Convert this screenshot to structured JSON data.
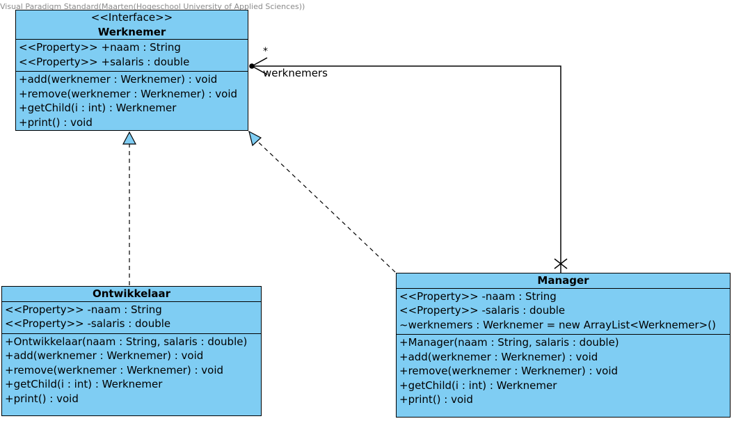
{
  "watermark": "Visual Paradigm Standard(Maarten(Hogeschool University of Applied Sciences))",
  "colors": {
    "class_fill": "#7fcdf3",
    "stroke": "#000000"
  },
  "classes": {
    "werknemer": {
      "stereotype": "<<Interface>>",
      "name": "Werknemer",
      "attributes": [
        "<<Property>> +naam : String",
        "<<Property>> +salaris : double"
      ],
      "operations": [
        "+add(werknemer : Werknemer) : void",
        "+remove(werknemer : Werknemer) : void",
        "+getChild(i : int) : Werknemer",
        "+print() : void"
      ]
    },
    "ontwikkelaar": {
      "name": "Ontwikkelaar",
      "attributes": [
        "<<Property>> -naam : String",
        "<<Property>> -salaris : double"
      ],
      "operations": [
        "+Ontwikkelaar(naam : String, salaris : double)",
        "+add(werknemer : Werknemer) : void",
        "+remove(werknemer : Werknemer) : void",
        "+getChild(i : int) : Werknemer",
        "+print() : void"
      ]
    },
    "manager": {
      "name": "Manager",
      "attributes": [
        "<<Property>> -naam : String",
        "<<Property>> -salaris : double",
        "~werknemers : Werknemer = new ArrayList<Werknemer>()"
      ],
      "operations": [
        "+Manager(naam : String, salaris : double)",
        "+add(werknemer : Werknemer) : void",
        "+remove(werknemer : Werknemer) : void",
        "+getChild(i : int) : Werknemer",
        "+print() : void"
      ]
    }
  },
  "association": {
    "role": "werknemers",
    "multiplicity": "*"
  }
}
